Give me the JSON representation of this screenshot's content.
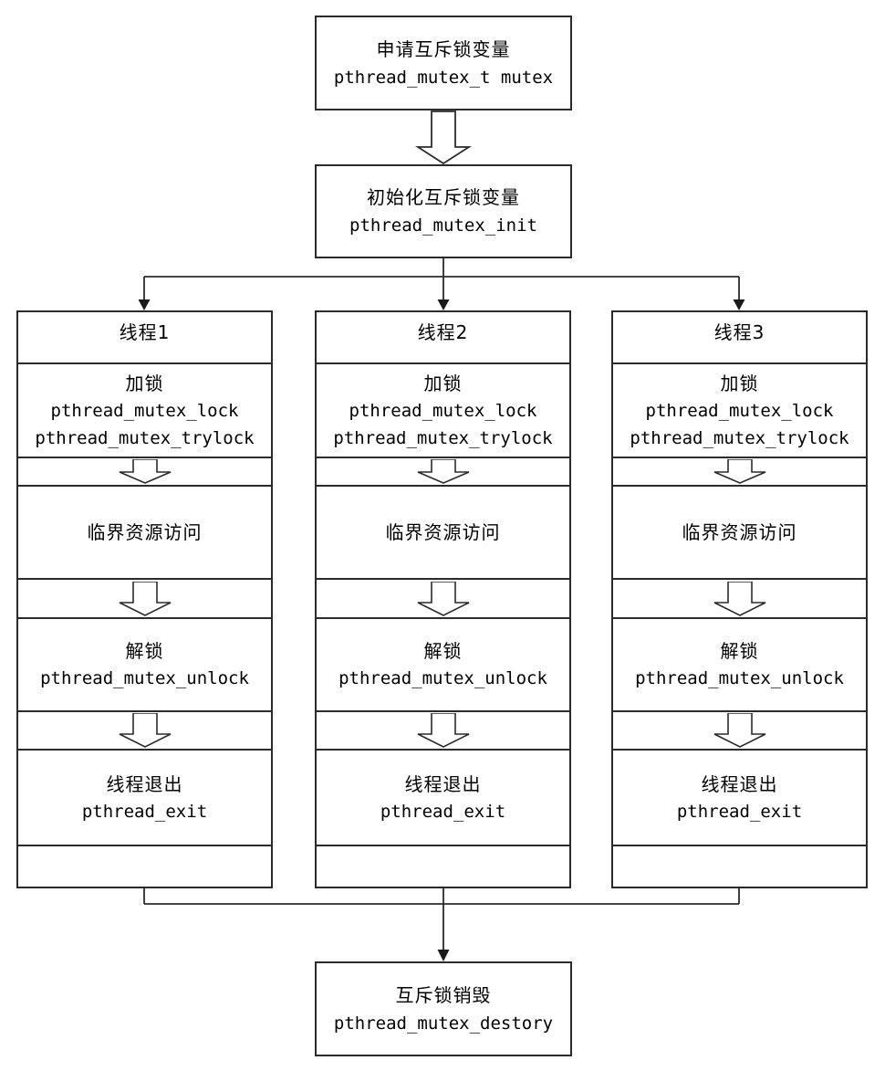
{
  "diagram": {
    "top_box": {
      "line1": "申请互斥锁变量",
      "line2": "pthread_mutex_t mutex"
    },
    "init_box": {
      "line1": "初始化互斥锁变量",
      "line2": "pthread_mutex_init"
    },
    "columns": [
      {
        "title": "线程1",
        "lock_title": "加锁",
        "lock_fn1": "pthread_mutex_lock",
        "lock_fn2": "pthread_mutex_trylock",
        "critical": "临界资源访问",
        "unlock_title": "解锁",
        "unlock_fn": "pthread_mutex_unlock",
        "exit_title": "线程退出",
        "exit_fn": "pthread_exit"
      },
      {
        "title": "线程2",
        "lock_title": "加锁",
        "lock_fn1": "pthread_mutex_lock",
        "lock_fn2": "pthread_mutex_trylock",
        "critical": "临界资源访问",
        "unlock_title": "解锁",
        "unlock_fn": "pthread_mutex_unlock",
        "exit_title": "线程退出",
        "exit_fn": "pthread_exit"
      },
      {
        "title": "线程3",
        "lock_title": "加锁",
        "lock_fn1": "pthread_mutex_lock",
        "lock_fn2": "pthread_mutex_trylock",
        "critical": "临界资源访问",
        "unlock_title": "解锁",
        "unlock_fn": "pthread_mutex_unlock",
        "exit_title": "线程退出",
        "exit_fn": "pthread_exit"
      }
    ],
    "destroy_box": {
      "line1": "互斥锁销毁",
      "line2": "pthread_mutex_destory"
    },
    "colors": {
      "line": "#2b2b2b",
      "arrow_fill": "#1a1a1a",
      "background": "#ffffff",
      "text": "#000000"
    }
  }
}
